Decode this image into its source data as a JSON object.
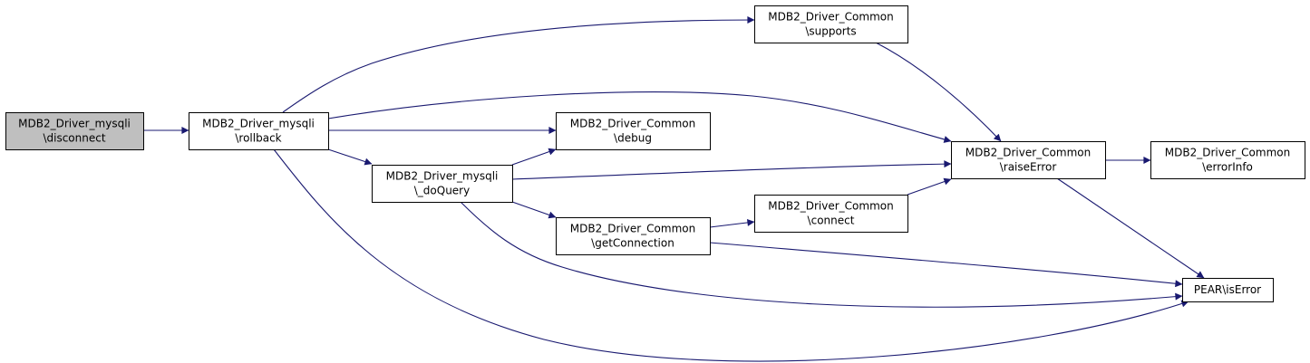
{
  "colors": {
    "edge": "#191970",
    "node_fill": "#ffffff",
    "node_border": "#000000",
    "root_fill": "#bfbfbf",
    "background": "#ffffff"
  },
  "nodes": [
    {
      "id": "n_disconnect",
      "line1": "MDB2_Driver_mysqli",
      "line2": "\\disconnect",
      "root": true
    },
    {
      "id": "n_rollback",
      "line1": "MDB2_Driver_mysqli",
      "line2": "\\rollback"
    },
    {
      "id": "n_supports",
      "line1": "MDB2_Driver_Common",
      "line2": "\\supports"
    },
    {
      "id": "n_debug",
      "line1": "MDB2_Driver_Common",
      "line2": "\\debug"
    },
    {
      "id": "n_doquery",
      "line1": "MDB2_Driver_mysqli",
      "line2": "\\_doQuery"
    },
    {
      "id": "n_raiseerror",
      "line1": "MDB2_Driver_Common",
      "line2": "\\raiseError"
    },
    {
      "id": "n_errorinfo",
      "line1": "MDB2_Driver_Common",
      "line2": "\\errorInfo"
    },
    {
      "id": "n_connect",
      "line1": "MDB2_Driver_Common",
      "line2": "\\connect"
    },
    {
      "id": "n_getconnection",
      "line1": "MDB2_Driver_Common",
      "line2": "\\getConnection"
    },
    {
      "id": "n_iserror",
      "line1": "PEAR\\isError",
      "line2": ""
    }
  ],
  "edges": [
    {
      "from": "n_disconnect",
      "to": "n_rollback"
    },
    {
      "from": "n_rollback",
      "to": "n_supports"
    },
    {
      "from": "n_rollback",
      "to": "n_raiseerror"
    },
    {
      "from": "n_rollback",
      "to": "n_debug"
    },
    {
      "from": "n_rollback",
      "to": "n_doquery"
    },
    {
      "from": "n_rollback",
      "to": "n_iserror"
    },
    {
      "from": "n_supports",
      "to": "n_raiseerror"
    },
    {
      "from": "n_doquery",
      "to": "n_debug"
    },
    {
      "from": "n_doquery",
      "to": "n_raiseerror"
    },
    {
      "from": "n_doquery",
      "to": "n_getconnection"
    },
    {
      "from": "n_doquery",
      "to": "n_iserror"
    },
    {
      "from": "n_getconnection",
      "to": "n_connect"
    },
    {
      "from": "n_getconnection",
      "to": "n_iserror"
    },
    {
      "from": "n_connect",
      "to": "n_raiseerror"
    },
    {
      "from": "n_raiseerror",
      "to": "n_errorinfo"
    },
    {
      "from": "n_raiseerror",
      "to": "n_iserror"
    }
  ]
}
